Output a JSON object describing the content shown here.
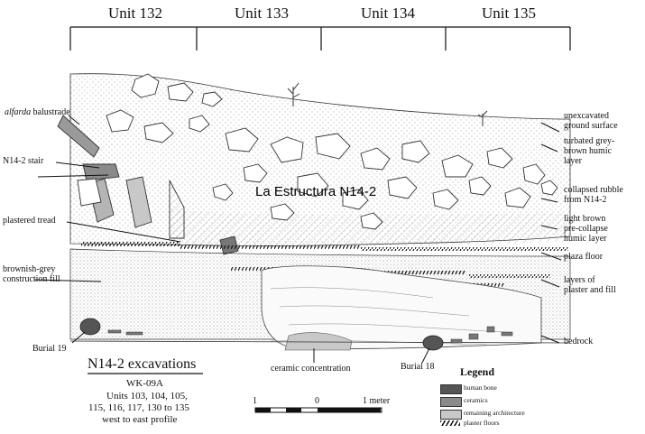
{
  "units": [
    "Unit 132",
    "Unit 133",
    "Unit 134",
    "Unit 135"
  ],
  "title_overlay": "La Estructura N14-2",
  "labels_left": {
    "alfarda_italic": "alfarda",
    "alfarda_rest": " balustrade",
    "stair": "N14-2 stair",
    "plastered_tread": "plastered tread",
    "construction_fill_1": "brownish-grey",
    "construction_fill_2": "construction fill",
    "burial19": "Burial 19"
  },
  "labels_right": {
    "ground_1": "unexcavated",
    "ground_2": "ground surface",
    "humic_1": "turbated grey-",
    "humic_2": "brown humic",
    "humic_3": "layer",
    "rubble_1": "collapsed rubble",
    "rubble_2": "from N14-2",
    "precollapse_1": "light brown",
    "precollapse_2": "pre-collapse",
    "precollapse_3": "humic layer",
    "plaza": "plaza floor",
    "layers_1": "layers of",
    "layers_2": "plaster and fill",
    "bedrock": "bedrock"
  },
  "labels_bottom": {
    "ceramic": "ceramic concentration",
    "burial18": "Burial 18"
  },
  "caption": {
    "heading": "N14-2 excavations",
    "line1": "WK-09A",
    "line2": "Units 103, 104, 105,",
    "line3": "115, 116, 117, 130 to 135",
    "line4": "west to east profile"
  },
  "scale": {
    "left": "1",
    "mid": "0",
    "right": "1 meter"
  },
  "legend": {
    "title": "Legend",
    "items": [
      {
        "label": "human bone",
        "color": "#555555"
      },
      {
        "label": "ceramics",
        "color": "#8a8a8a"
      },
      {
        "label": "remaining architecture",
        "color": "#c8c8c8"
      },
      {
        "label": "plaster floors",
        "color": "hatch"
      }
    ]
  }
}
